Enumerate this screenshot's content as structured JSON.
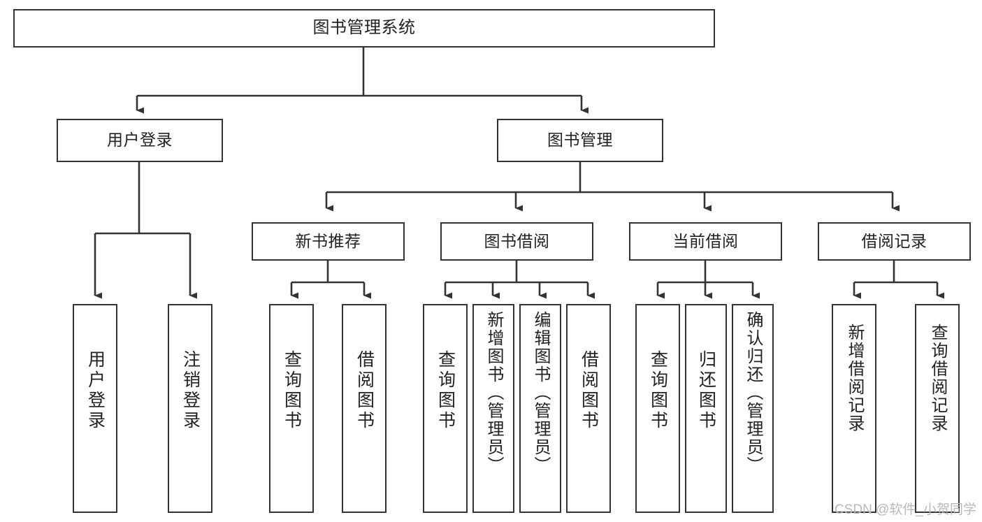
{
  "diagram": {
    "title": "图书管理系统",
    "type": "tree",
    "watermark": "CSDN @软件_小贺同学",
    "colors": {
      "box_border": "#333333",
      "box_fill": "#ffffff",
      "connector": "#333333",
      "text": "#222222",
      "watermark": "#b9b9b9",
      "background": "#ffffff"
    },
    "nodes": {
      "root": {
        "label": "图书管理系统"
      },
      "level1": [
        {
          "id": "user-login",
          "label": "用户登录"
        },
        {
          "id": "book-manage",
          "label": "图书管理"
        }
      ],
      "level2": [
        {
          "id": "new-book-recommend",
          "label": "新书推荐"
        },
        {
          "id": "book-borrow",
          "label": "图书借阅"
        },
        {
          "id": "current-borrow",
          "label": "当前借阅"
        },
        {
          "id": "borrow-record",
          "label": "借阅记录"
        }
      ],
      "leaves": {
        "user-login": [
          {
            "id": "leaf-user-login",
            "label": "用户登录"
          },
          {
            "id": "leaf-user-logout",
            "label": "注销登录"
          }
        ],
        "new-book-recommend": [
          {
            "id": "leaf-query-book-1",
            "label": "查询图书"
          },
          {
            "id": "leaf-borrow-book-1",
            "label": "借阅图书"
          }
        ],
        "book-borrow": [
          {
            "id": "leaf-query-book-2",
            "label": "查询图书"
          },
          {
            "id": "leaf-add-book",
            "label": "新增图书（管理员）"
          },
          {
            "id": "leaf-edit-book",
            "label": "编辑图书（管理员）"
          },
          {
            "id": "leaf-borrow-book-2",
            "label": "借阅图书"
          }
        ],
        "current-borrow": [
          {
            "id": "leaf-query-book-3",
            "label": "查询图书"
          },
          {
            "id": "leaf-return-book",
            "label": "归还图书"
          },
          {
            "id": "leaf-confirm-return",
            "label": "确认归还（管理员）"
          }
        ],
        "borrow-record": [
          {
            "id": "leaf-add-record",
            "label": "新增借阅记录"
          },
          {
            "id": "leaf-query-record",
            "label": "查询借阅记录"
          }
        ]
      }
    }
  }
}
